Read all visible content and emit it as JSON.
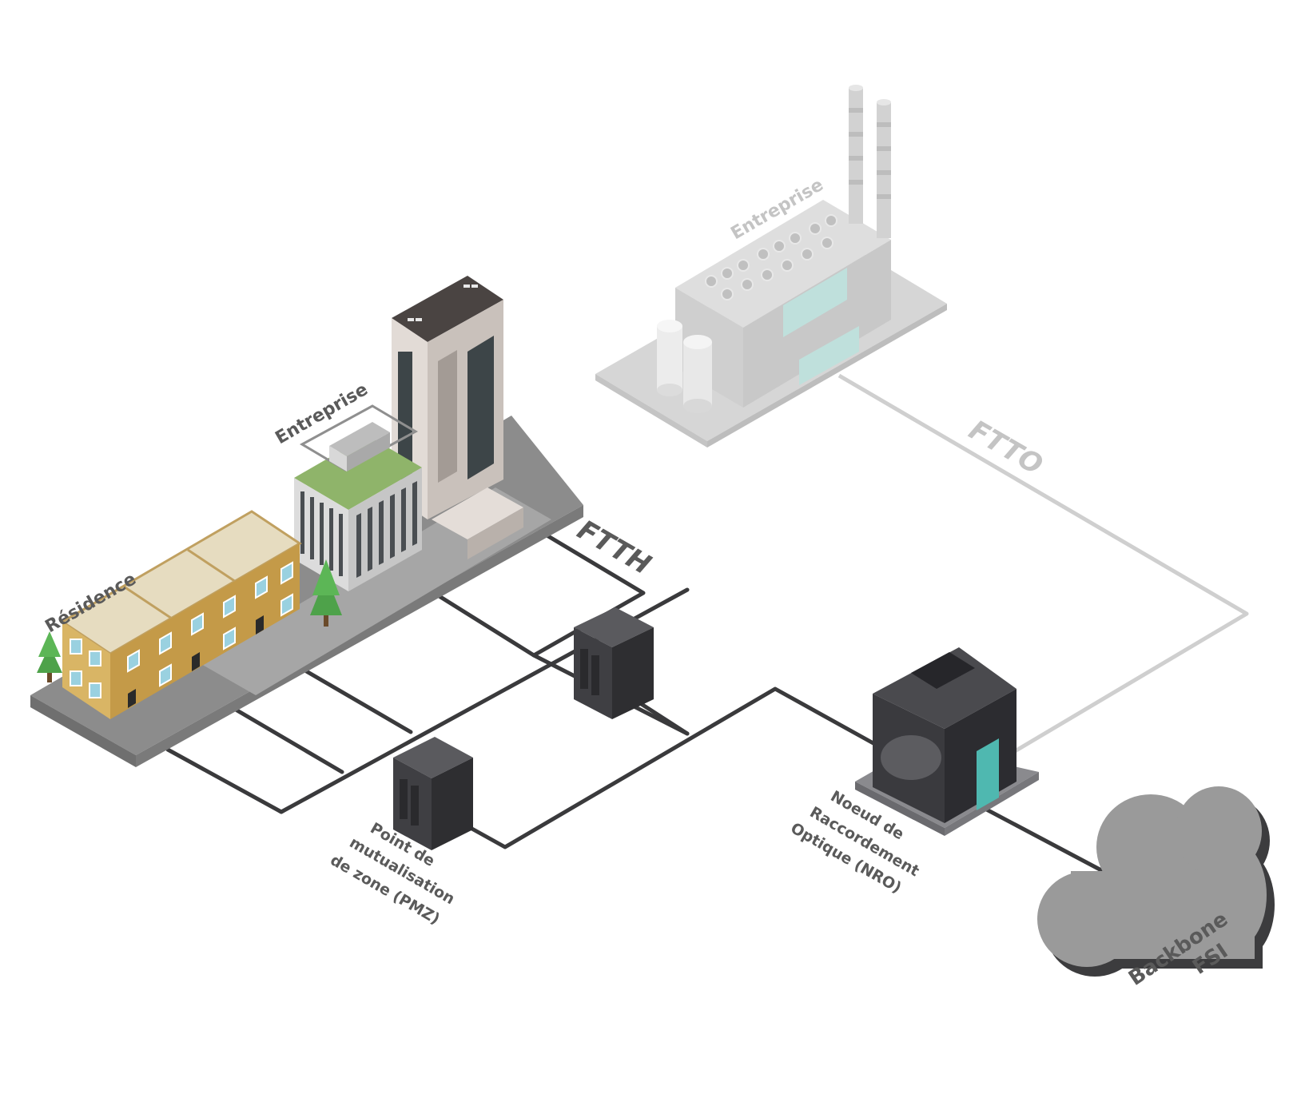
{
  "labels": {
    "residence": "Résidence",
    "entreprise_city": "Entreprise",
    "entreprise_factory": "Entreprise",
    "ftth": "FTTH",
    "ftto": "FTTO",
    "pmz_line1": "Point de",
    "pmz_line2": "mutualisation",
    "pmz_line3": "de zone (PMZ)",
    "nro_line1": "Noeud de",
    "nro_line2": "Raccordement",
    "nro_line3": "Optique (NRO)",
    "backbone_line1": "Backbone",
    "backbone_line2": "FSI"
  },
  "colors": {
    "fiber_dark": "#3a3a3c",
    "fiber_light": "#cfcfcf",
    "label_dark": "#5a5a5a",
    "label_light": "#c4c4c4",
    "cabinet": "#3d3d40",
    "teal_accent": "#4fb8b0",
    "cloud_fill": "#9a9a9a",
    "cloud_edge": "#3c3c3e"
  }
}
